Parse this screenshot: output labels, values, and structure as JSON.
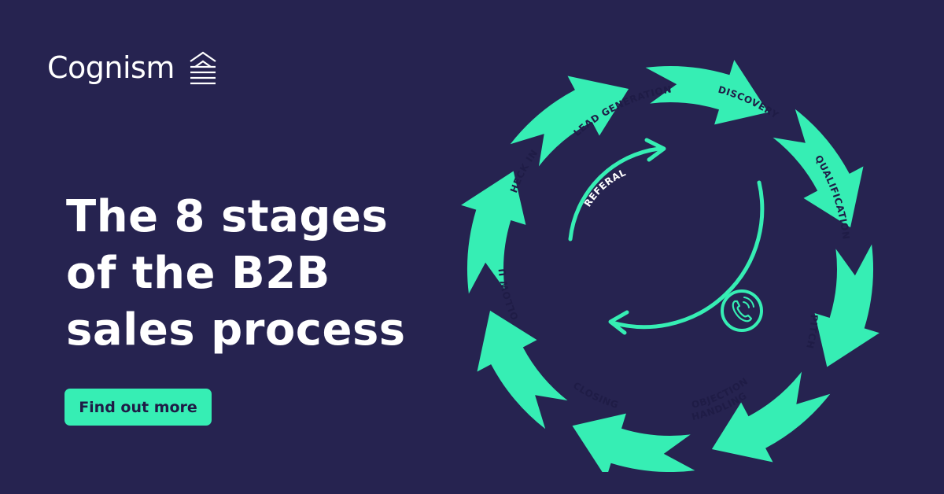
{
  "brand": {
    "name": "Cognism",
    "logo_icon": "stacked-chevrons-icon"
  },
  "headline": {
    "lines": [
      "The 8 stages",
      "of the B2B",
      "sales process"
    ]
  },
  "cta": {
    "label": "Find out more"
  },
  "diagram": {
    "stages": [
      {
        "label": "LEAD GENERATION"
      },
      {
        "label": "DISCOVERY"
      },
      {
        "label": "QUALIFICATION"
      },
      {
        "label": "PITCH"
      },
      {
        "label": "OBJECTION"
      },
      {
        "label": "HANDLING"
      },
      {
        "label": "CLOSING"
      },
      {
        "label": "FOLLOW UP"
      },
      {
        "label": "CHECK IN"
      }
    ],
    "inner_loop": {
      "label": "REFERAL",
      "icon": "phone-icon"
    }
  },
  "colors": {
    "background": "#262350",
    "accent": "#36EEB4",
    "text_light": "#FFFFFF",
    "text_dark": "#1F1C46"
  }
}
